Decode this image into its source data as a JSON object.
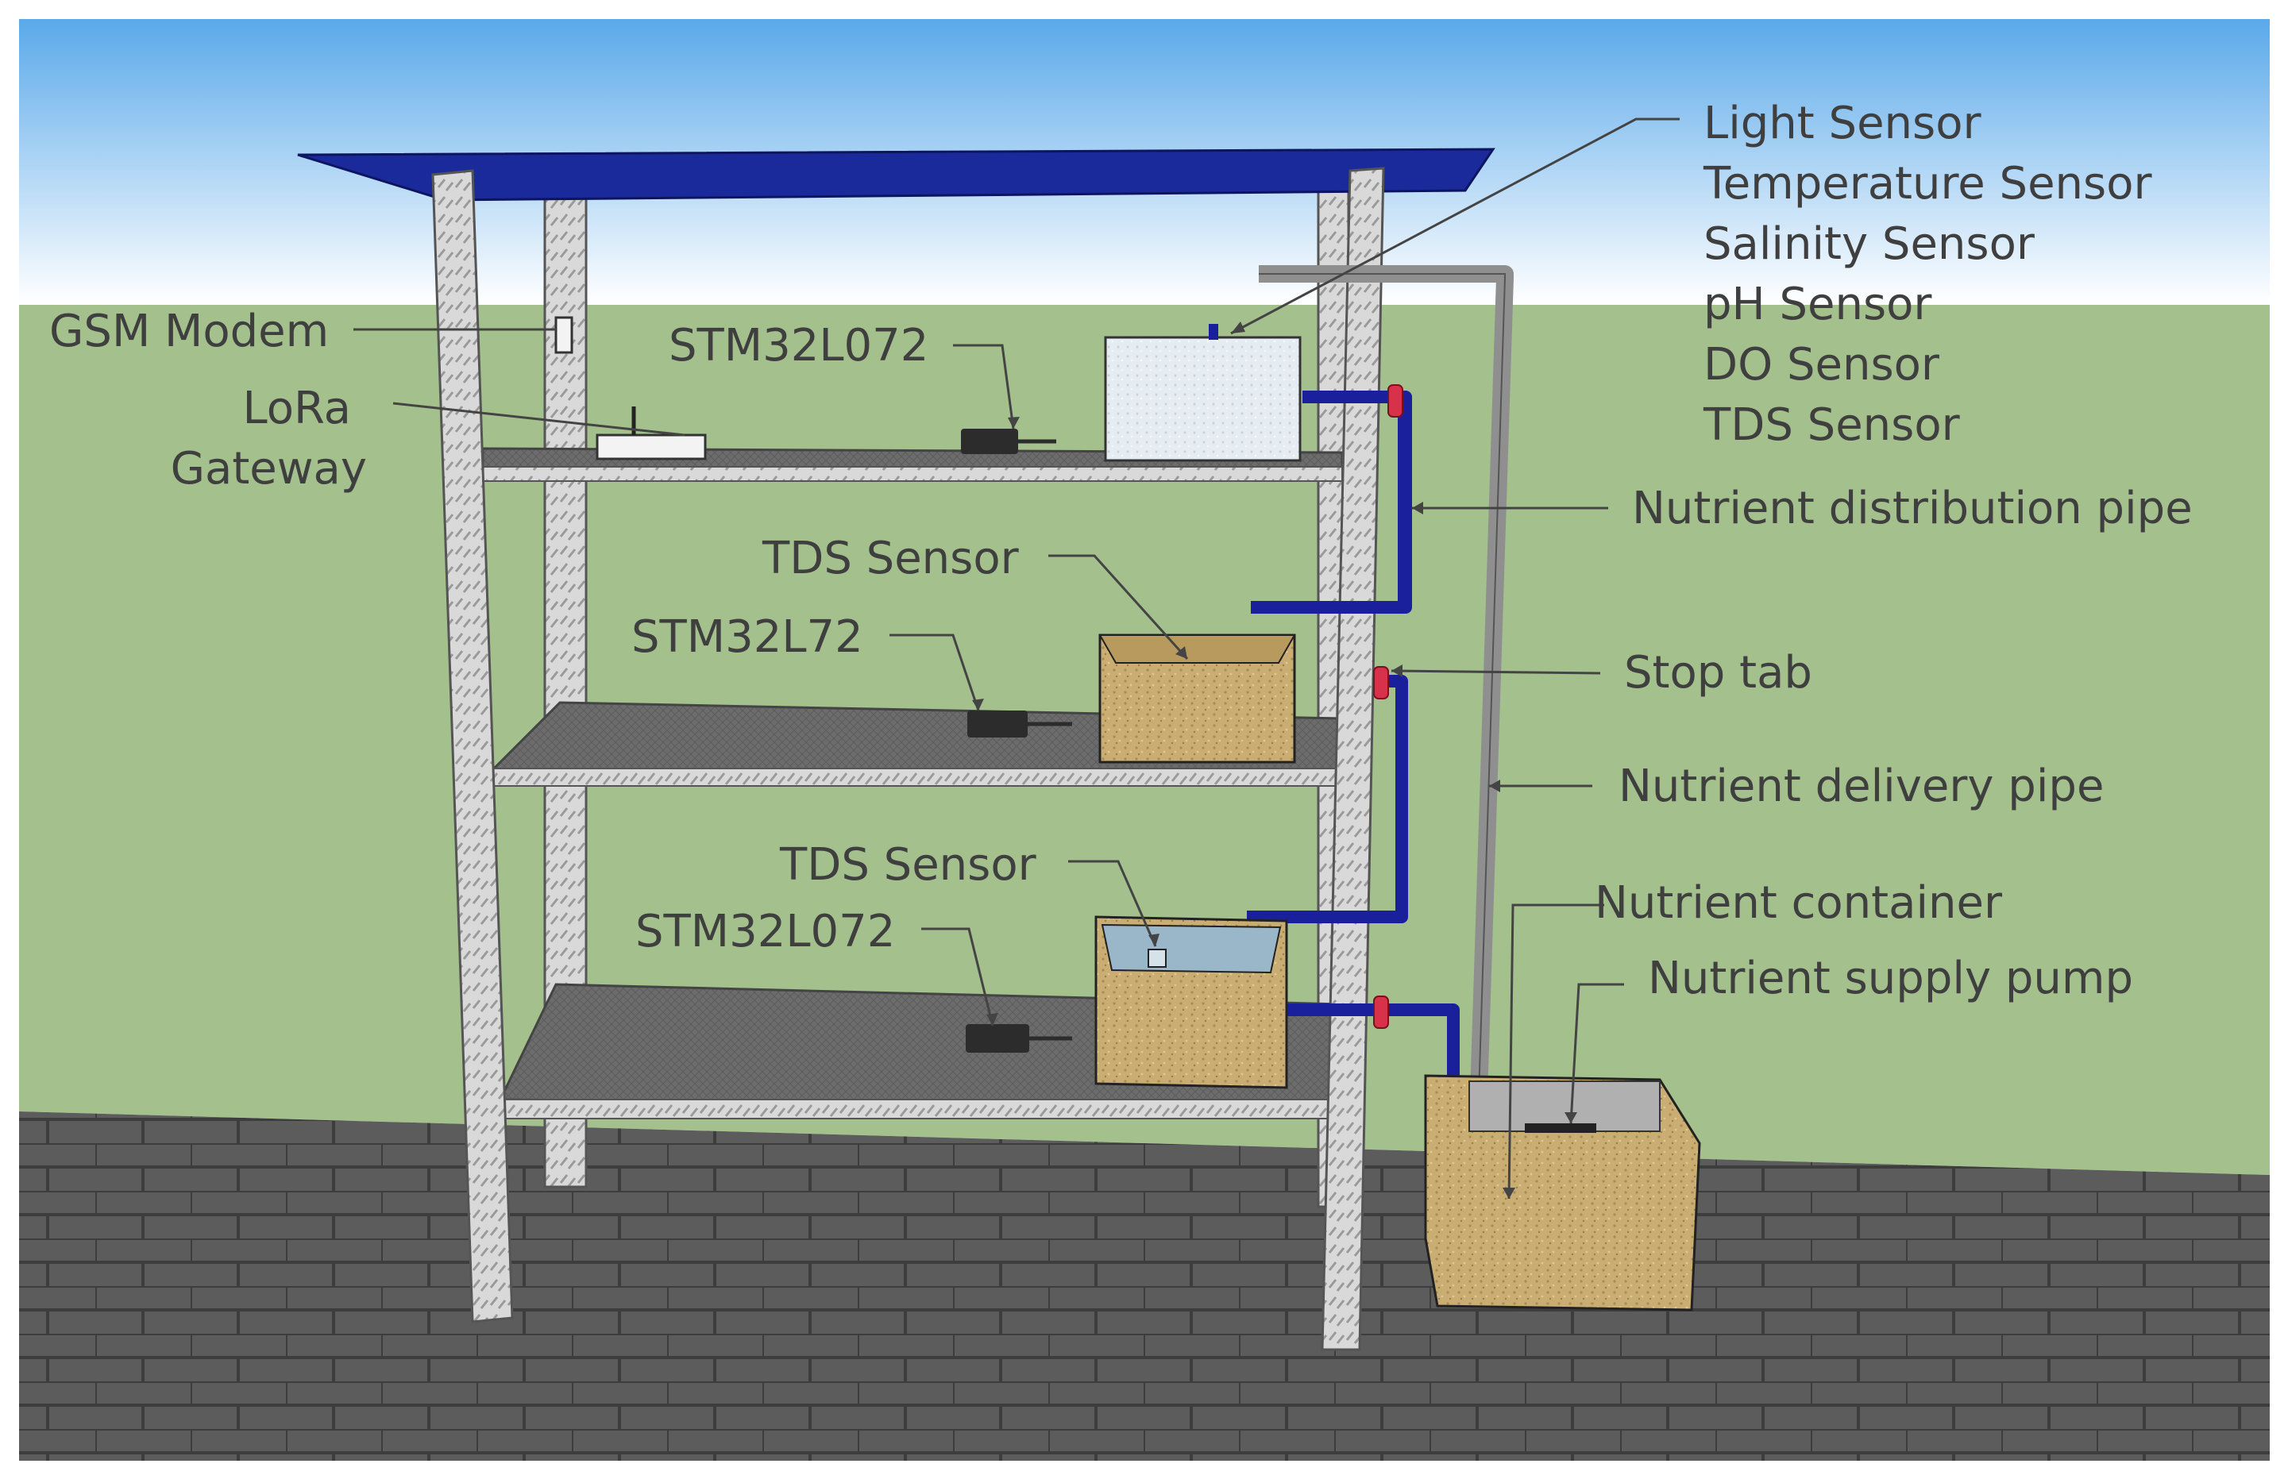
{
  "colors": {
    "sky_top": "#5aa9ea",
    "sky_bottom": "#ffffff",
    "wall": "#a3c08d",
    "floor": "#5a5a5a",
    "roof": "#1a2a9a",
    "pipe_blue": "#1a1f9c",
    "pipe_gray": "#8f8f8f",
    "valve": "#d8324a",
    "box_fill": "#c9ad73",
    "shelf": "#6e6e6e",
    "frame": "#d4d4d4",
    "label_text": "#3f3f3f"
  },
  "labels": {
    "gsm_modem": "GSM Modem",
    "lora_line1": "LoRa",
    "lora_line2": "Gateway",
    "stm_top": "STM32L072",
    "tds_mid": "TDS Sensor",
    "stm_mid": "STM32L72",
    "tds_low": "TDS Sensor",
    "stm_low": "STM32L072",
    "sensors": [
      "Light Sensor",
      "Temperature Sensor",
      "Salinity Sensor",
      "pH Sensor",
      "DO Sensor",
      "TDS Sensor"
    ],
    "distribution_pipe": "Nutrient distribution pipe",
    "stop_tab": "Stop tab",
    "delivery_pipe": "Nutrient delivery pipe",
    "container": "Nutrient container",
    "pump": "Nutrient supply pump"
  }
}
